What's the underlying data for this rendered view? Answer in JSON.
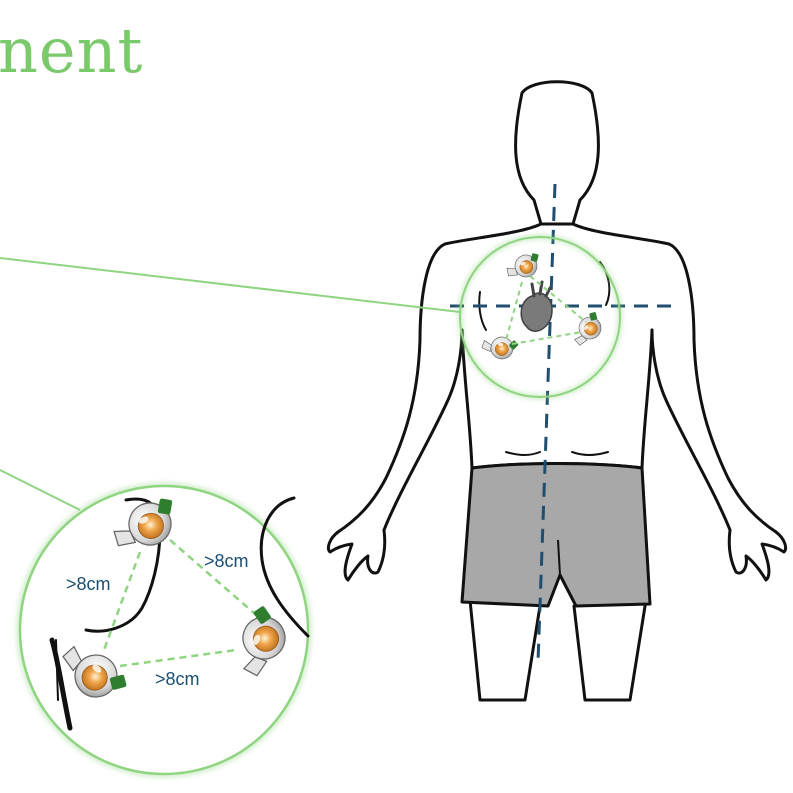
{
  "title": "nent",
  "labels": {
    "distance_left": ">8cm",
    "distance_right": ">8cm",
    "distance_bottom": ">8cm"
  },
  "colors": {
    "title": "#7ac96a",
    "callout": "#8fd480",
    "axis": "#1f4e6e",
    "outline": "#111111",
    "shorts": "#a8a8a8",
    "electrode_tab": "#2f7d2f",
    "electrode_gel": "#f0a64a",
    "heart": "#8a8a8a"
  }
}
